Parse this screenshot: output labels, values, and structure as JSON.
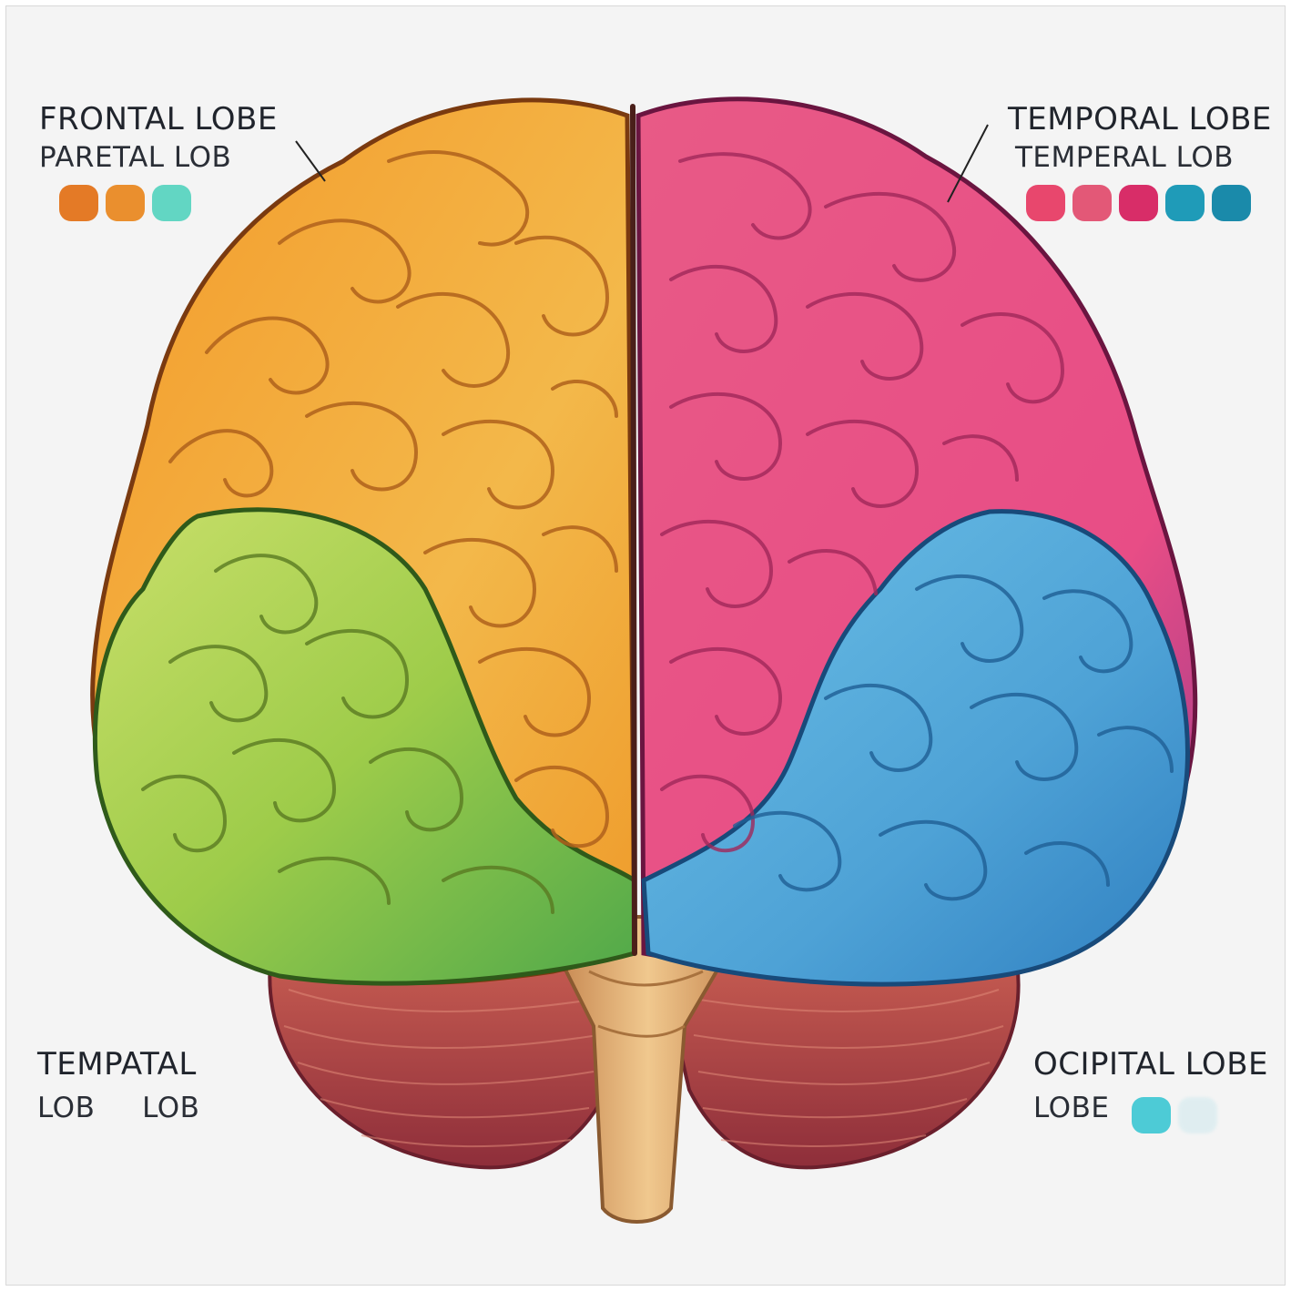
{
  "labels": {
    "top_left": {
      "main": "FRONTAL LOBE",
      "sub": "PARETAL LOB"
    },
    "top_right": {
      "main": "TEMPORAL LOBE",
      "sub": "TEMPERAL LOB"
    },
    "bottom_left": {
      "main": "TEMPATAL",
      "sub": "LOB     LOB"
    },
    "bottom_right": {
      "main": "OCIPITAL LOBE",
      "sub": "LOBE"
    }
  },
  "swatch_sets": {
    "top_left": [
      "#e47a26",
      "#ea8f2e",
      "#62d6c3"
    ],
    "top_right": [
      "#e8476d",
      "#e35877",
      "#d82d68",
      "#1f9bb8",
      "#1a8aaa"
    ],
    "bottom_right": [
      "#4dcbd6",
      "#cfe9ee"
    ]
  },
  "colors": {
    "frontal": "#f0a93b",
    "parietal": "#ea5f8e",
    "temporal_left": "#a9cc4a",
    "occipital_right": "#55a6d6",
    "cerebellum": "#b4474a",
    "brainstem": "#d9a46a"
  }
}
